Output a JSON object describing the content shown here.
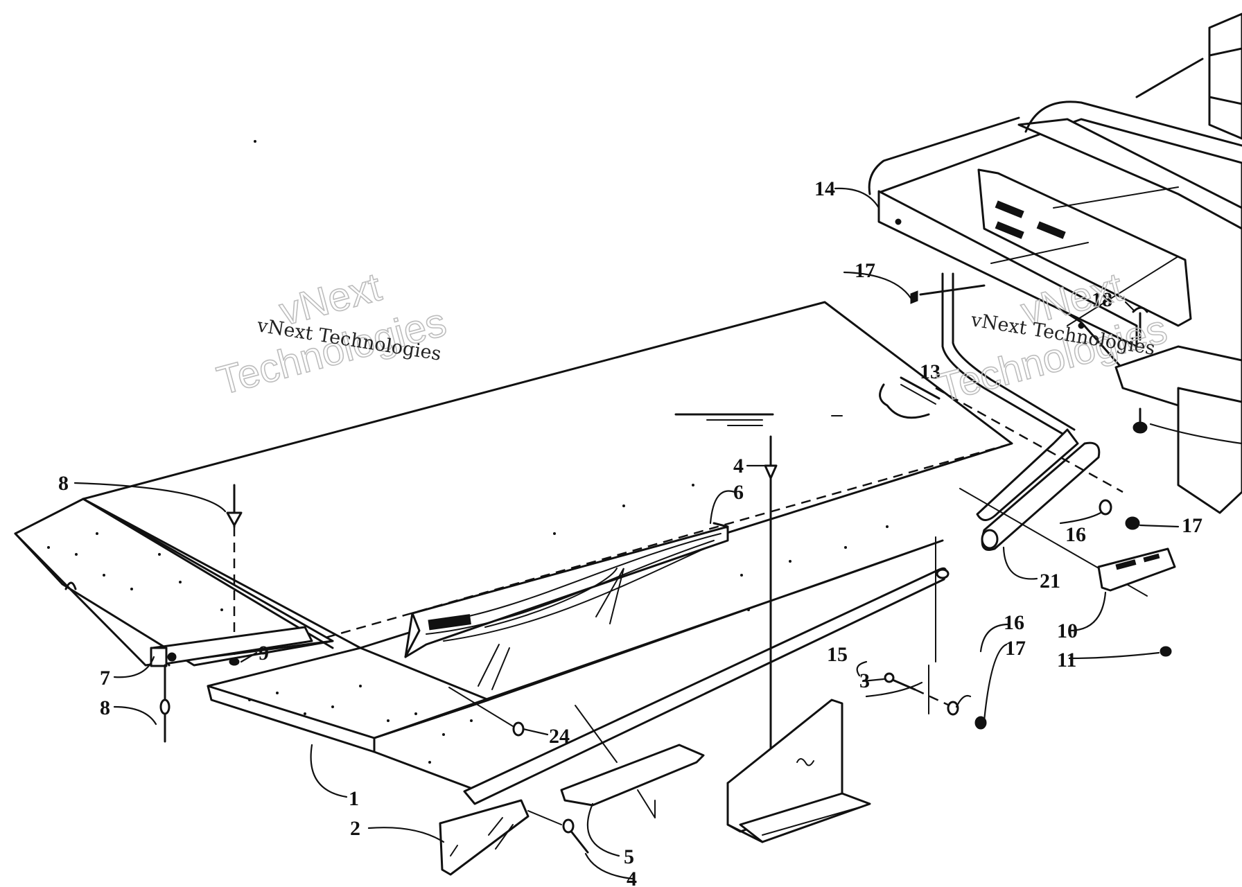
{
  "callouts": {
    "c1": "1",
    "c2": "2",
    "c3": "3",
    "c4a": "4",
    "c4b": "4",
    "c5": "5",
    "c6": "6",
    "c7": "7",
    "c8a": "8",
    "c8b": "8",
    "c9": "9",
    "c10": "10",
    "c11": "11",
    "c13": "13",
    "c14": "14",
    "c15": "15",
    "c16a": "16",
    "c16b": "16",
    "c17a": "17",
    "c17b": "17",
    "c17c": "17",
    "c18": "18",
    "c21": "21",
    "c24": "24"
  },
  "watermarks": {
    "left_big_1": "vNext",
    "left_big_2": "Technologies",
    "left_small": "vNext Technologies",
    "right_big_1": "vNext",
    "right_big_2": "Technologies",
    "right_small": "vNext Technologies"
  },
  "colors": {
    "ink": "#111111",
    "paper": "#ffffff",
    "watermark": "#bdbdbd"
  }
}
